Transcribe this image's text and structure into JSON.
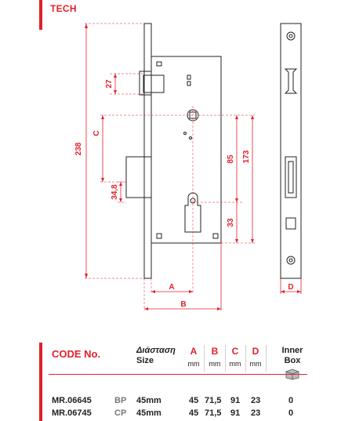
{
  "header": {
    "section_label": "TECH"
  },
  "dimensions": {
    "d238": "238",
    "d27": "27",
    "dC": "C",
    "d34_8": "34,8",
    "d85": "85",
    "d173": "173",
    "d33": "33",
    "dA": "A",
    "dB": "B",
    "dD": "D"
  },
  "table": {
    "code_label": "CODE No.",
    "size_label_line1": "Διάσταση",
    "size_label_line2": "Size",
    "columns": [
      "A",
      "B",
      "C",
      "D"
    ],
    "unit": "mm",
    "inner_box_line1": "Inner",
    "inner_box_line2": "Box",
    "rows": [
      {
        "code": "MR.06645",
        "type": "BP",
        "size": "45mm",
        "a": "45",
        "b": "71,5",
        "c": "91",
        "d": "23",
        "inner": "0"
      },
      {
        "code": "MR.06745",
        "type": "CP",
        "size": "45mm",
        "a": "45",
        "b": "71,5",
        "c": "91",
        "d": "23",
        "inner": "0"
      }
    ]
  },
  "colors": {
    "accent": "#e3202b",
    "line": "#222222"
  }
}
